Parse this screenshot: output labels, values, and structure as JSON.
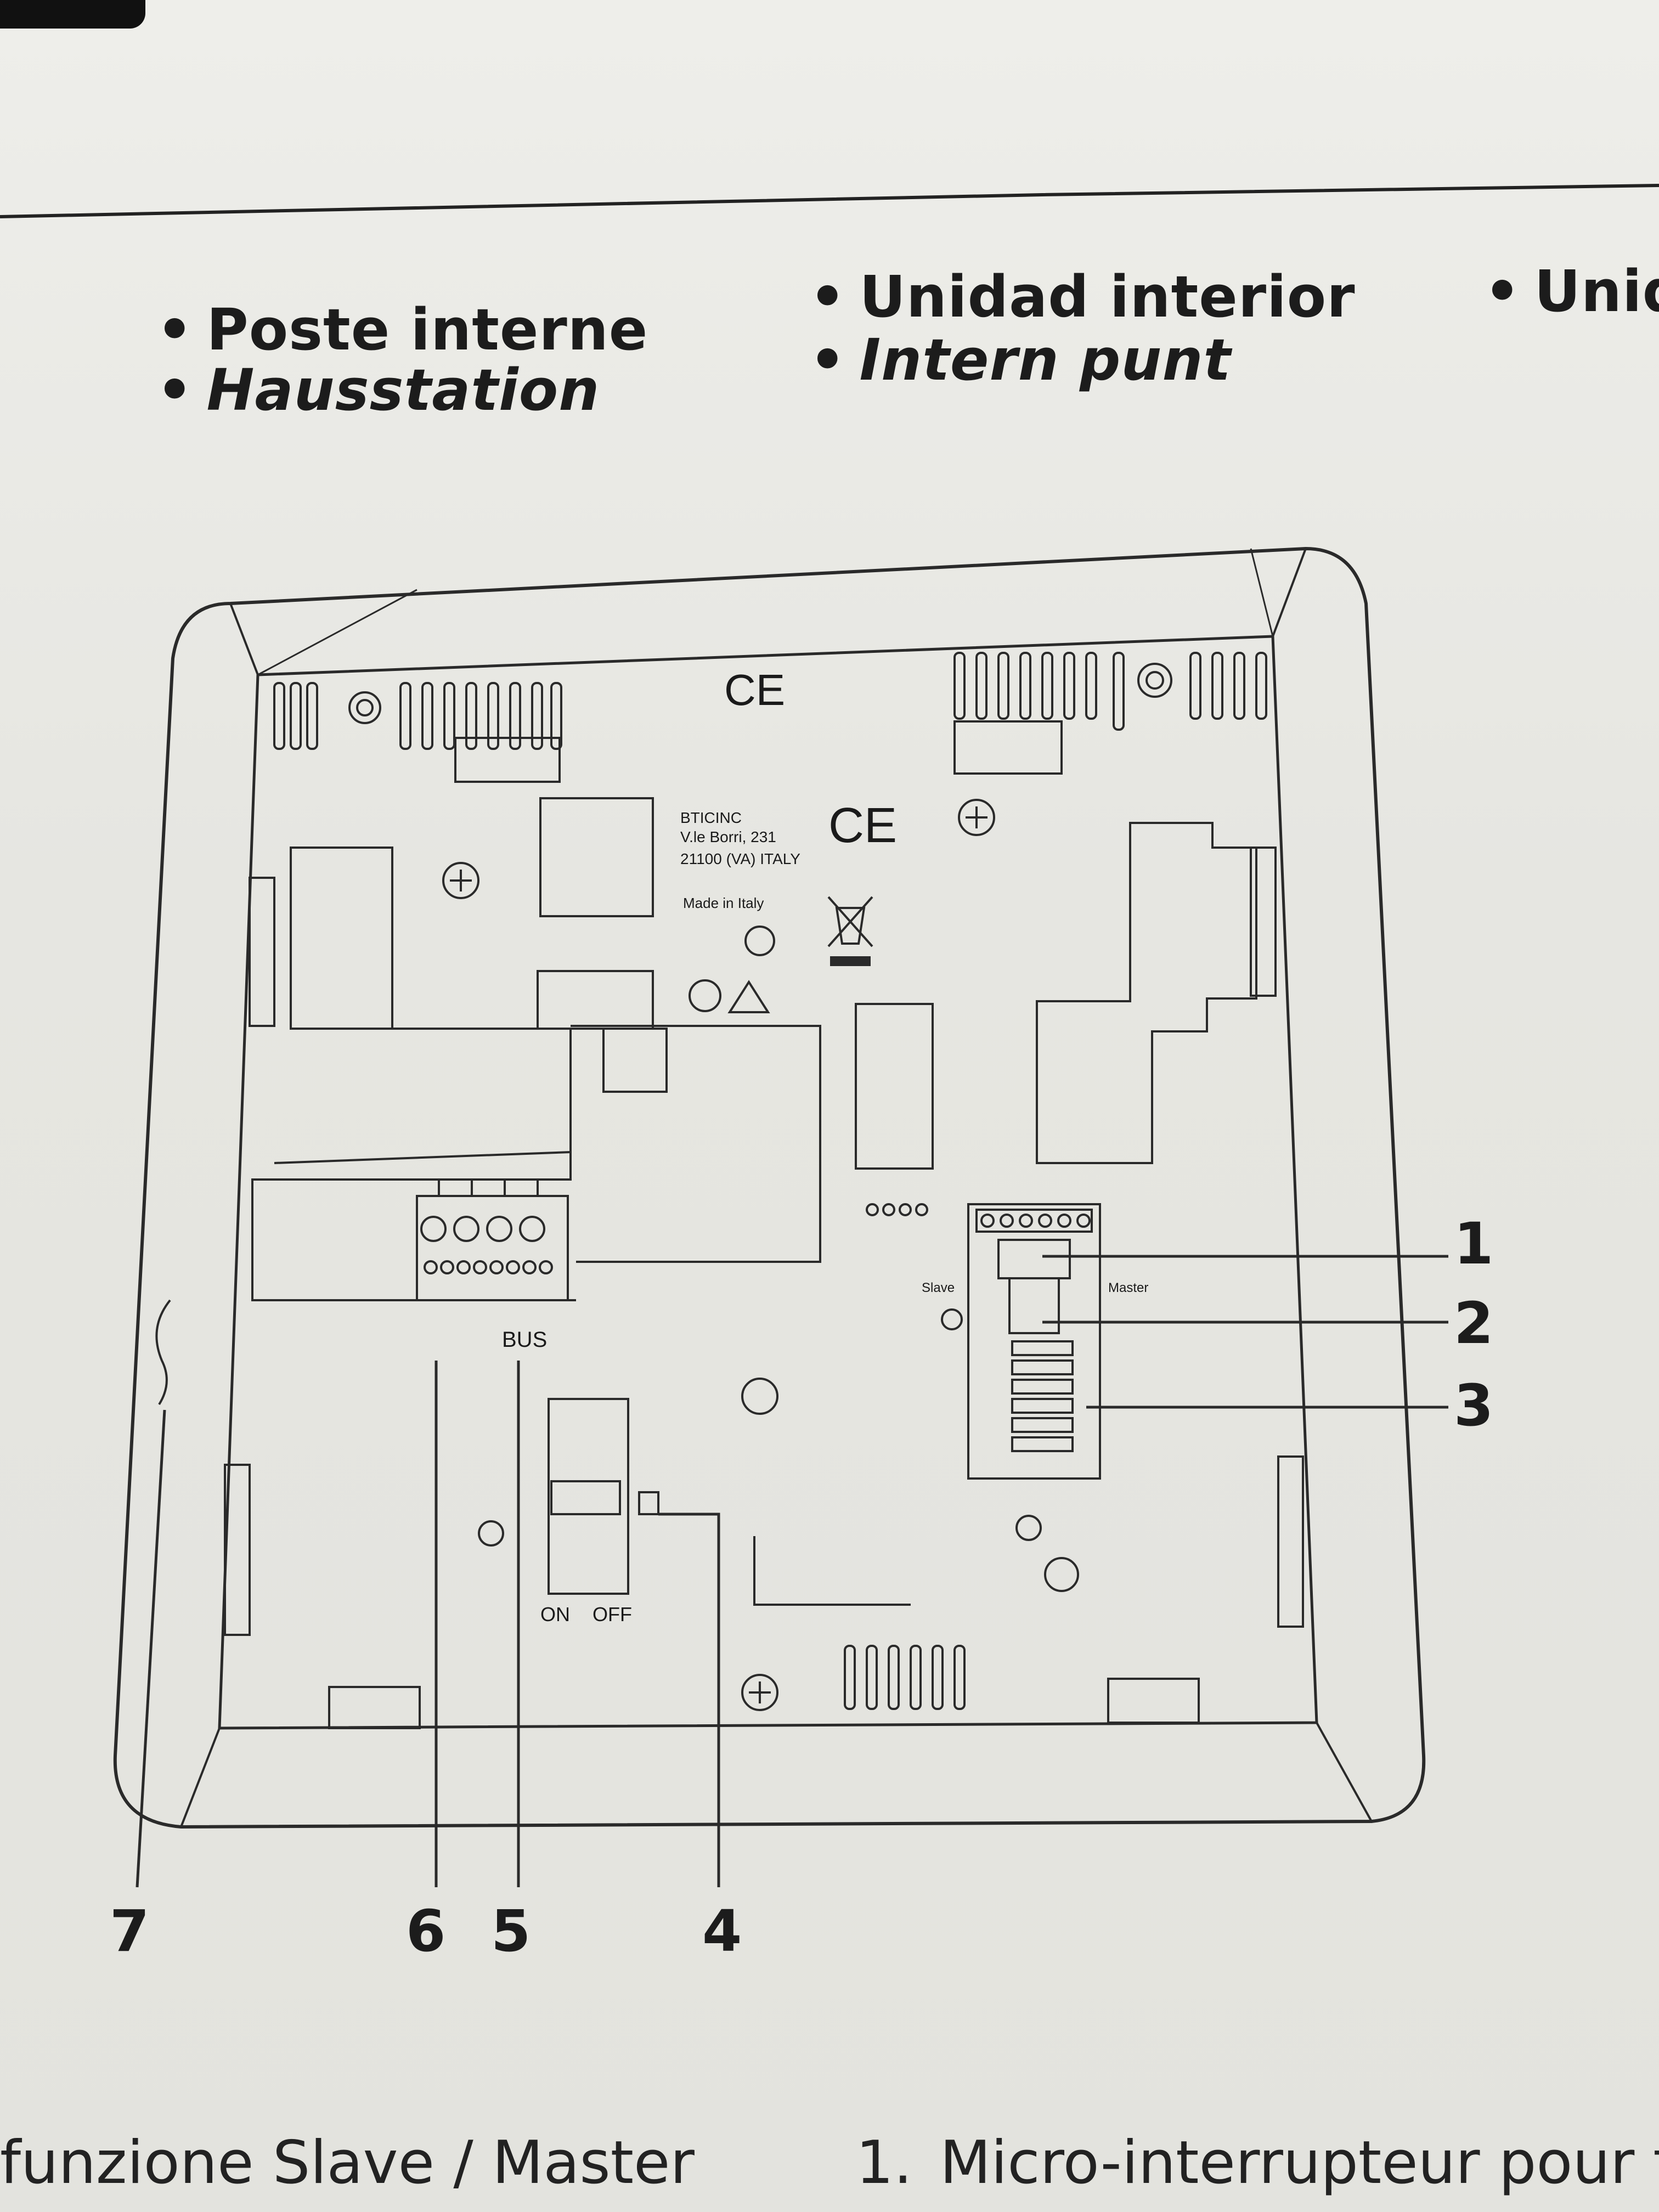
{
  "headings": {
    "left": [
      "Poste interne",
      "Hausstation"
    ],
    "middle": [
      "Unidad interior",
      "Intern punt"
    ],
    "right": [
      "Unid"
    ]
  },
  "diagram": {
    "manufacturer_label": [
      "BTICINC",
      "V.le Borri, 231",
      "21100 (VA) ITALY"
    ],
    "made_in": "Made in Italy",
    "ce_mark": "CE",
    "switch_labels": {
      "slave": "Slave",
      "master": "Master"
    },
    "onoff": {
      "on": "ON",
      "off": "OFF"
    },
    "bus_label": "BUS",
    "callouts": [
      "1",
      "2",
      "3",
      "4",
      "5",
      "6",
      "7"
    ]
  },
  "footer": {
    "left": "funzione Slave / Master",
    "right_number": "1.",
    "right_text": "Micro-interrupteur pour f"
  }
}
